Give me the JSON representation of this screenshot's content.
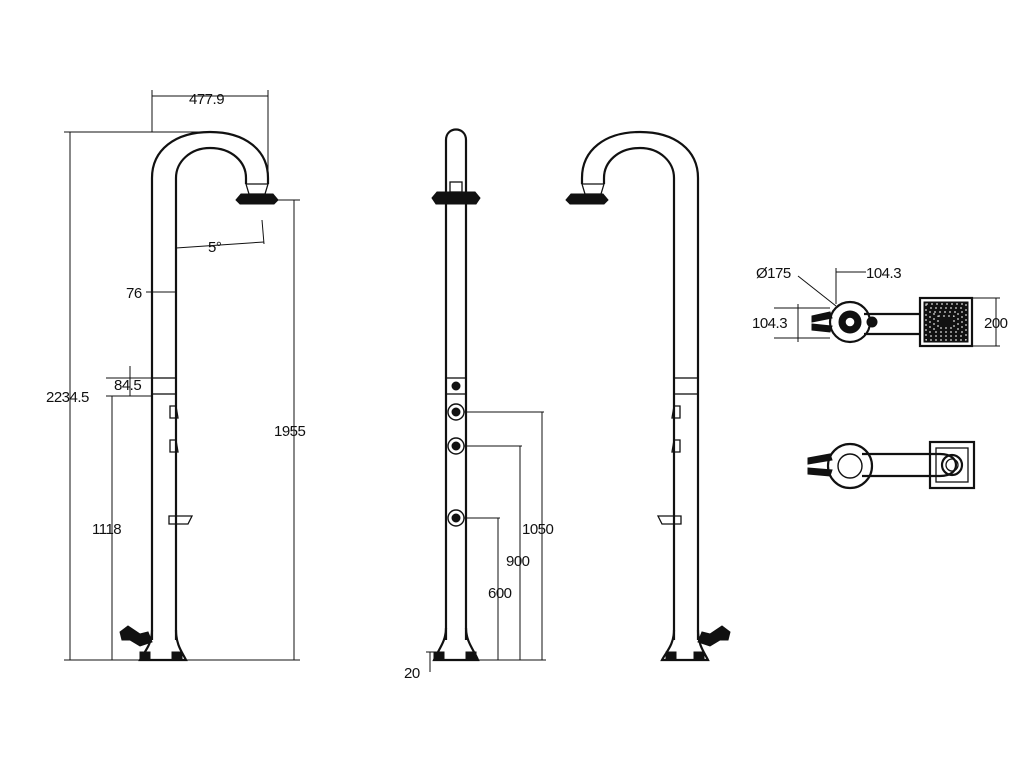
{
  "palette": {
    "line": "#111111",
    "background": "#ffffff"
  },
  "views": {
    "front": {
      "dim_spout_reach": "477.9",
      "dim_spout_angle": "5°",
      "dim_pipe_diameter": "76",
      "dim_total_height": "2234.5",
      "dim_band_height": "84.5",
      "dim_showerhead_height": "1955",
      "dim_control_height": "1118"
    },
    "side": {
      "dim_valve_top": "1050",
      "dim_valve_middle": "900",
      "dim_valve_bottom": "600",
      "dim_base": "20"
    },
    "top": {
      "dim_head_diameter": "Ø175",
      "dim_offset_top": "104.3",
      "dim_offset_left": "104.3",
      "dim_head_size": "200"
    }
  }
}
